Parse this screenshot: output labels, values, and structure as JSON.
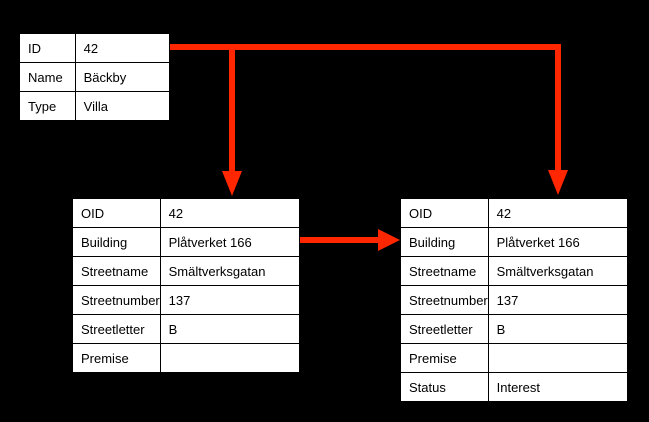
{
  "colors": {
    "background": "#000000",
    "table_background": "#ffffff",
    "table_border": "#000000",
    "text": "#000000",
    "arrow_red": "#ff2600"
  },
  "tables": {
    "area": {
      "rows": [
        {
          "label": "ID",
          "value": "42"
        },
        {
          "label": "Name",
          "value": "Bäckby"
        },
        {
          "label": "Type",
          "value": "Villa"
        }
      ]
    },
    "address_left": {
      "rows": [
        {
          "label": "OID",
          "value": "42"
        },
        {
          "label": "Building",
          "value": "Plåtverket 166"
        },
        {
          "label": "Streetname",
          "value": "Smältverksgatan"
        },
        {
          "label": "Streetnumber",
          "value": "137"
        },
        {
          "label": "Streetletter",
          "value": "B"
        },
        {
          "label": "Premise",
          "value": ""
        }
      ]
    },
    "address_right": {
      "rows": [
        {
          "label": "OID",
          "value": "42"
        },
        {
          "label": "Building",
          "value": "Plåtverket 166"
        },
        {
          "label": "Streetname",
          "value": "Smältverksgatan"
        },
        {
          "label": "Streetnumber",
          "value": "137"
        },
        {
          "label": "Streetletter",
          "value": "B"
        },
        {
          "label": "Premise",
          "value": ""
        },
        {
          "label": "Status",
          "value": "Interest"
        }
      ]
    }
  },
  "arrows": {
    "from_id_to_both_addresses": "ID record links to two address records",
    "from_left_address_to_right": "left address record links to right address record"
  }
}
